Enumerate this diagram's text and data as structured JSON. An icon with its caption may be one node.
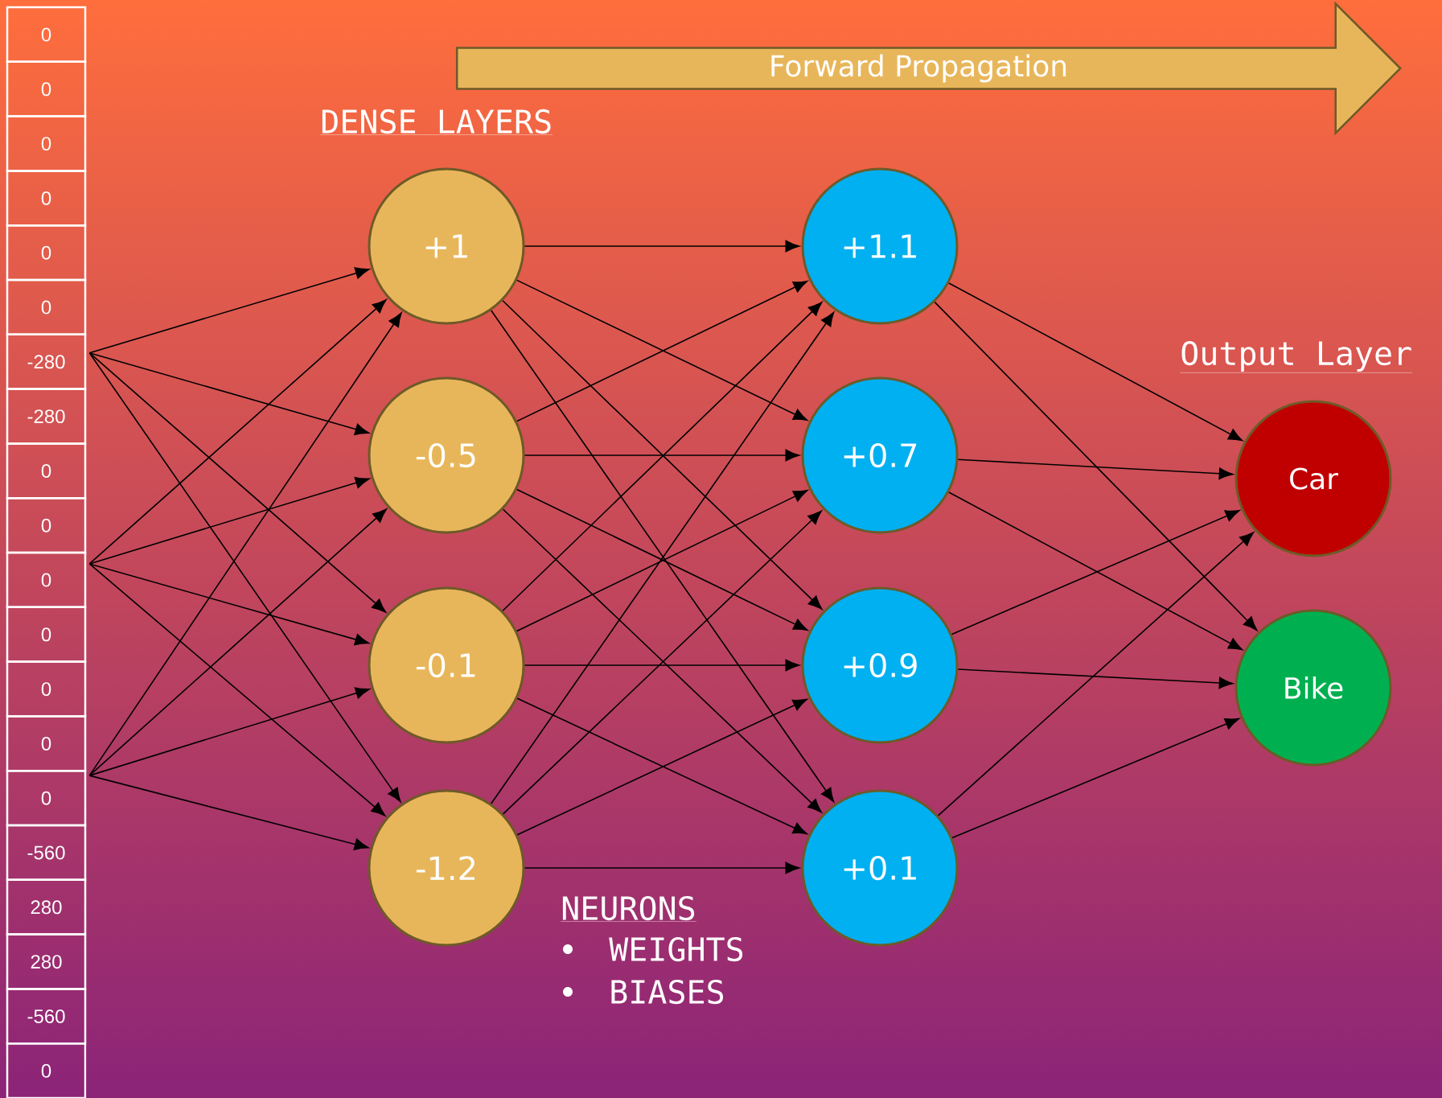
{
  "diagram": {
    "nodes": [
      {
        "text": [
          "0"
        ]
      },
      {
        "text": [
          "0"
        ]
      },
      {
        "text": [
          "0"
        ]
      },
      {
        "text": [
          "0"
        ]
      },
      {
        "text": [
          "0"
        ]
      },
      {
        "text": [
          "0"
        ]
      },
      {
        "text": [
          "-280"
        ]
      },
      {
        "text": [
          "-280"
        ]
      },
      {
        "text": [
          "0"
        ]
      },
      {
        "text": [
          "0"
        ]
      },
      {
        "text": [
          "0"
        ]
      },
      {
        "text": [
          "0"
        ]
      },
      {
        "text": [
          "0"
        ]
      },
      {
        "text": [
          "0"
        ]
      },
      {
        "text": [
          "0"
        ]
      },
      {
        "text": [
          "-560"
        ]
      },
      {
        "text": [
          "280"
        ]
      },
      {
        "text": [
          "280"
        ]
      },
      {
        "text": [
          "-560"
        ]
      },
      {
        "text": [
          "0"
        ]
      },
      {
        "text": [
          "Forward Propagation"
        ]
      },
      {
        "text": [
          "+1"
        ]
      },
      {
        "text": [
          "-0.5"
        ]
      },
      {
        "text": [
          "-0.1"
        ]
      },
      {
        "text": [
          "-1.2"
        ]
      },
      {
        "text": [
          "+1.1"
        ]
      },
      {
        "text": [
          "+0.7"
        ]
      },
      {
        "text": [
          "+0.9"
        ]
      },
      {
        "text": [
          "+0.1"
        ]
      },
      {
        "text": [
          "Car"
        ]
      },
      {
        "text": [
          "Bike"
        ]
      }
    ],
    "edges": [
      {
        "from": 6,
        "to": 21,
        "arrow": "to"
      },
      {
        "from": 6,
        "to": 22,
        "arrow": "to"
      },
      {
        "from": 6,
        "to": 23,
        "arrow": "to"
      },
      {
        "from": 6,
        "to": 24,
        "arrow": "to"
      },
      {
        "from": 10,
        "to": 21,
        "arrow": "to"
      },
      {
        "from": 10,
        "to": 22,
        "arrow": "to"
      },
      {
        "from": 10,
        "to": 23,
        "arrow": "to"
      },
      {
        "from": 10,
        "to": 24,
        "arrow": "to"
      },
      {
        "from": 14,
        "to": 21,
        "arrow": "to"
      },
      {
        "from": 14,
        "to": 22,
        "arrow": "to"
      },
      {
        "from": 14,
        "to": 23,
        "arrow": "to"
      },
      {
        "from": 14,
        "to": 24,
        "arrow": "to"
      },
      {
        "from": 21,
        "to": 25,
        "arrow": "to"
      },
      {
        "from": 21,
        "to": 26,
        "arrow": "to"
      },
      {
        "from": 21,
        "to": 27,
        "arrow": "to"
      },
      {
        "from": 21,
        "to": 28,
        "arrow": "to"
      },
      {
        "from": 22,
        "to": 25,
        "arrow": "to"
      },
      {
        "from": 22,
        "to": 26,
        "arrow": "to"
      },
      {
        "from": 22,
        "to": 27,
        "arrow": "to"
      },
      {
        "from": 22,
        "to": 28,
        "arrow": "to"
      },
      {
        "from": 23,
        "to": 25,
        "arrow": "to"
      },
      {
        "from": 23,
        "to": 26,
        "arrow": "to"
      },
      {
        "from": 23,
        "to": 27,
        "arrow": "to"
      },
      {
        "from": 23,
        "to": 28,
        "arrow": "to"
      },
      {
        "from": 24,
        "to": 25,
        "arrow": "to"
      },
      {
        "from": 24,
        "to": 26,
        "arrow": "to"
      },
      {
        "from": 24,
        "to": 27,
        "arrow": "to"
      },
      {
        "from": 24,
        "to": 28,
        "arrow": "to"
      },
      {
        "from": 25,
        "to": 29,
        "arrow": "to"
      },
      {
        "from": 25,
        "to": 30,
        "arrow": "to"
      },
      {
        "from": 26,
        "to": 29,
        "arrow": "to"
      },
      {
        "from": 26,
        "to": 30,
        "arrow": "to"
      },
      {
        "from": 27,
        "to": 29,
        "arrow": "to"
      },
      {
        "from": 27,
        "to": 30,
        "arrow": "to"
      },
      {
        "from": 28,
        "to": 29,
        "arrow": "to"
      },
      {
        "from": 28,
        "to": 30,
        "arrow": "to"
      }
    ],
    "labels": [
      "DENSE LAYERS",
      "Output Layer",
      "NEURONS",
      "WEIGHTS",
      "BIASES"
    ]
  }
}
